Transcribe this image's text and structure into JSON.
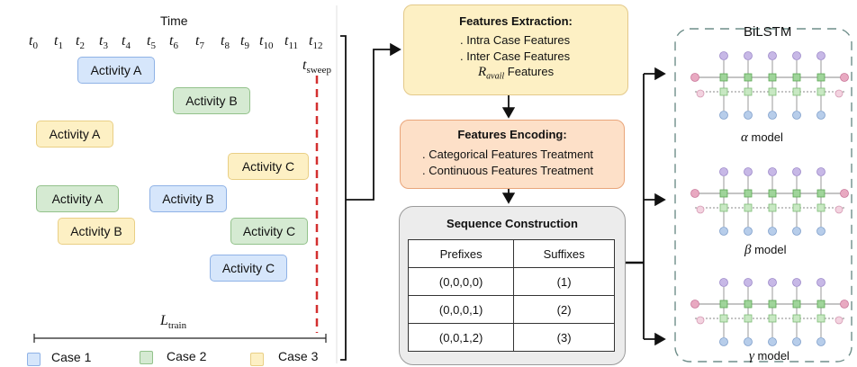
{
  "time_axis": {
    "label": "Time",
    "ticks": [
      {
        "base": "t",
        "sub": "0"
      },
      {
        "base": "t",
        "sub": "1"
      },
      {
        "base": "t",
        "sub": "2"
      },
      {
        "base": "t",
        "sub": "3"
      },
      {
        "base": "t",
        "sub": "4"
      },
      {
        "base": "t",
        "sub": "5"
      },
      {
        "base": "t",
        "sub": "6"
      },
      {
        "base": "t",
        "sub": "7"
      },
      {
        "base": "t",
        "sub": "8"
      },
      {
        "base": "t",
        "sub": "9"
      },
      {
        "base": "t",
        "sub": "10"
      },
      {
        "base": "t",
        "sub": "11"
      },
      {
        "base": "t",
        "sub": "12"
      }
    ],
    "sweep": {
      "base": "t",
      "sub": "sweep"
    },
    "train": {
      "base": "L",
      "sub": "train"
    }
  },
  "activities": [
    {
      "label": "Activity A",
      "case": "1"
    },
    {
      "label": "Activity B",
      "case": "2"
    },
    {
      "label": "Activity A",
      "case": "3"
    },
    {
      "label": "Activity C",
      "case": "3"
    },
    {
      "label": "Activity A",
      "case": "2"
    },
    {
      "label": "Activity B",
      "case": "1"
    },
    {
      "label": "Activity B",
      "case": "3"
    },
    {
      "label": "Activity C",
      "case": "2"
    },
    {
      "label": "Activity C",
      "case": "1"
    }
  ],
  "legend": [
    {
      "label": "Case 1",
      "color": "#d6e6fb"
    },
    {
      "label": "Case 2",
      "color": "#d5ead2"
    },
    {
      "label": "Case 3",
      "color": "#fdf0c4"
    }
  ],
  "extraction": {
    "title": "Features Extraction:",
    "items": [
      ". Intra Case Features",
      ". Inter Case Features"
    ],
    "ravail_base": "R",
    "ravail_sub": "avail",
    "ravail_suffix": " Features"
  },
  "encoding": {
    "title": "Features Encoding:",
    "items": [
      ". Categorical Features Treatment",
      ". Continuous Features Treatment"
    ]
  },
  "sequence": {
    "title": "Sequence Construction",
    "headers": [
      "Prefixes",
      "Suffixes"
    ],
    "rows": [
      [
        "(0,0,0,0)",
        "(1)"
      ],
      [
        "(0,0,0,1)",
        "(2)"
      ],
      [
        "(0,0,1,2)",
        "(3)"
      ]
    ]
  },
  "bilstm": {
    "title": "BiLSTM",
    "models": [
      {
        "greek": "α",
        "suffix": " model"
      },
      {
        "greek": "β",
        "suffix": " model"
      },
      {
        "greek": "γ",
        "suffix": " model"
      }
    ]
  },
  "colors": {
    "sweep_line": "#d32f2f",
    "extraction_bg": "#fdf0c4",
    "encoding_bg": "#fde0c8",
    "sequence_bg": "#ececec"
  }
}
